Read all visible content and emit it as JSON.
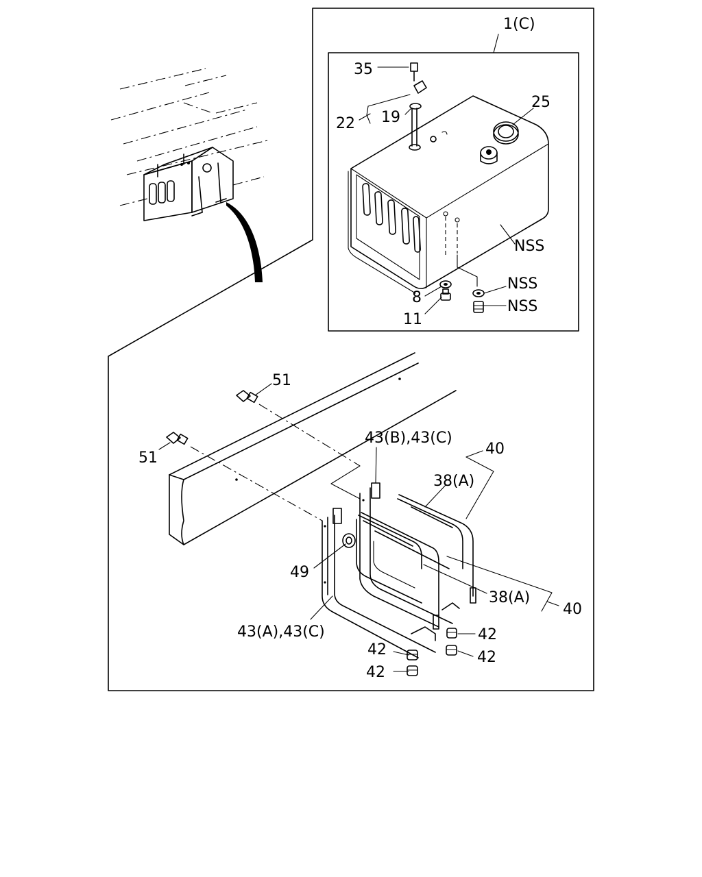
{
  "callouts": {
    "part_1": "1(C)",
    "part_35": "35",
    "part_22": "22",
    "part_19": "19",
    "part_25": "25",
    "nss_tank": "NSS",
    "nss_washer": "NSS",
    "nss_nut": "NSS",
    "part_8": "8",
    "part_11": "11",
    "part_51_upper": "51",
    "part_51_lower": "51",
    "part_43bc": "43(B),43(C)",
    "part_40_upper": "40",
    "part_38a_upper": "38(A)",
    "part_49": "49",
    "part_38a_lower": "38(A)",
    "part_40_lower": "40",
    "part_43ac": "43(A),43(C)",
    "part_42_a": "42",
    "part_42_b": "42",
    "part_42_c": "42",
    "part_42_d": "42"
  }
}
